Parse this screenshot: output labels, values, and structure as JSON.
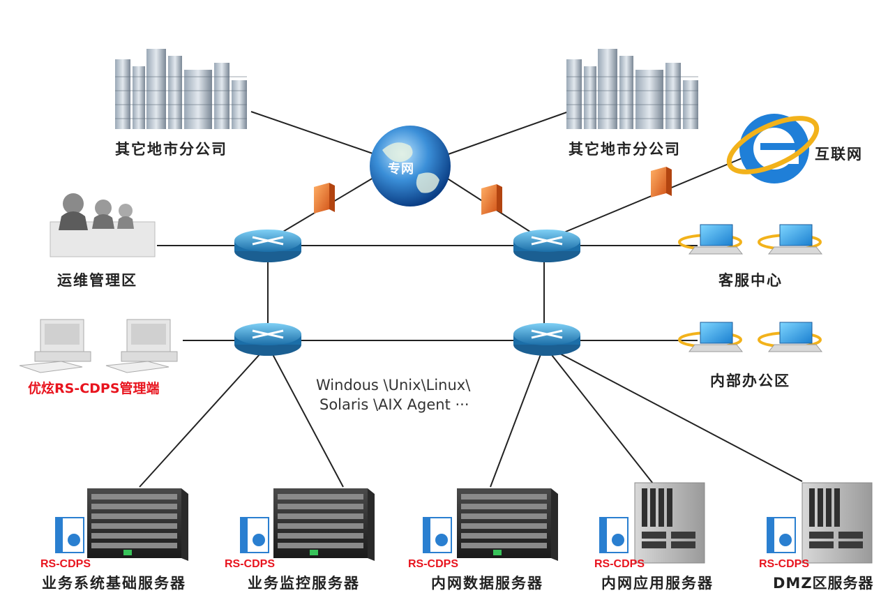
{
  "labels": {
    "branch_left": "其它地市分公司",
    "branch_right": "其它地市分公司",
    "wan": "专网",
    "internet": "互联网",
    "ops_zone": "运维管理区",
    "cs_center": "客服中心",
    "mgmt_console": "优炫RS-CDPS管理端",
    "office_zone": "内部办公区",
    "agent_line1": "Windous \\Unix\\Linux\\",
    "agent_line2": "Solaris \\AIX Agent ···"
  },
  "servers": [
    {
      "badge": "RS-CDPS",
      "name": "业务系统基础服务器"
    },
    {
      "badge": "RS-CDPS",
      "name": "业务监控服务器"
    },
    {
      "badge": "RS-CDPS",
      "name": "内网数据服务器"
    },
    {
      "badge": "RS-CDPS",
      "name": "内网应用服务器"
    },
    {
      "badge": "RS-CDPS",
      "name": "DMZ区服务器"
    }
  ],
  "colors": {
    "line": "#222222",
    "router": "#2a8fc8",
    "firewall": "#e8741c",
    "globe": "#1f6fc0",
    "accent_red": "#e8141e"
  },
  "icons": [
    "building-icon",
    "globe-icon",
    "ie-logo-icon",
    "firewall-icon",
    "router-icon",
    "headset-operator-icon",
    "pc-icon",
    "laptop-icon",
    "server-rack-icon",
    "software-box-icon"
  ]
}
